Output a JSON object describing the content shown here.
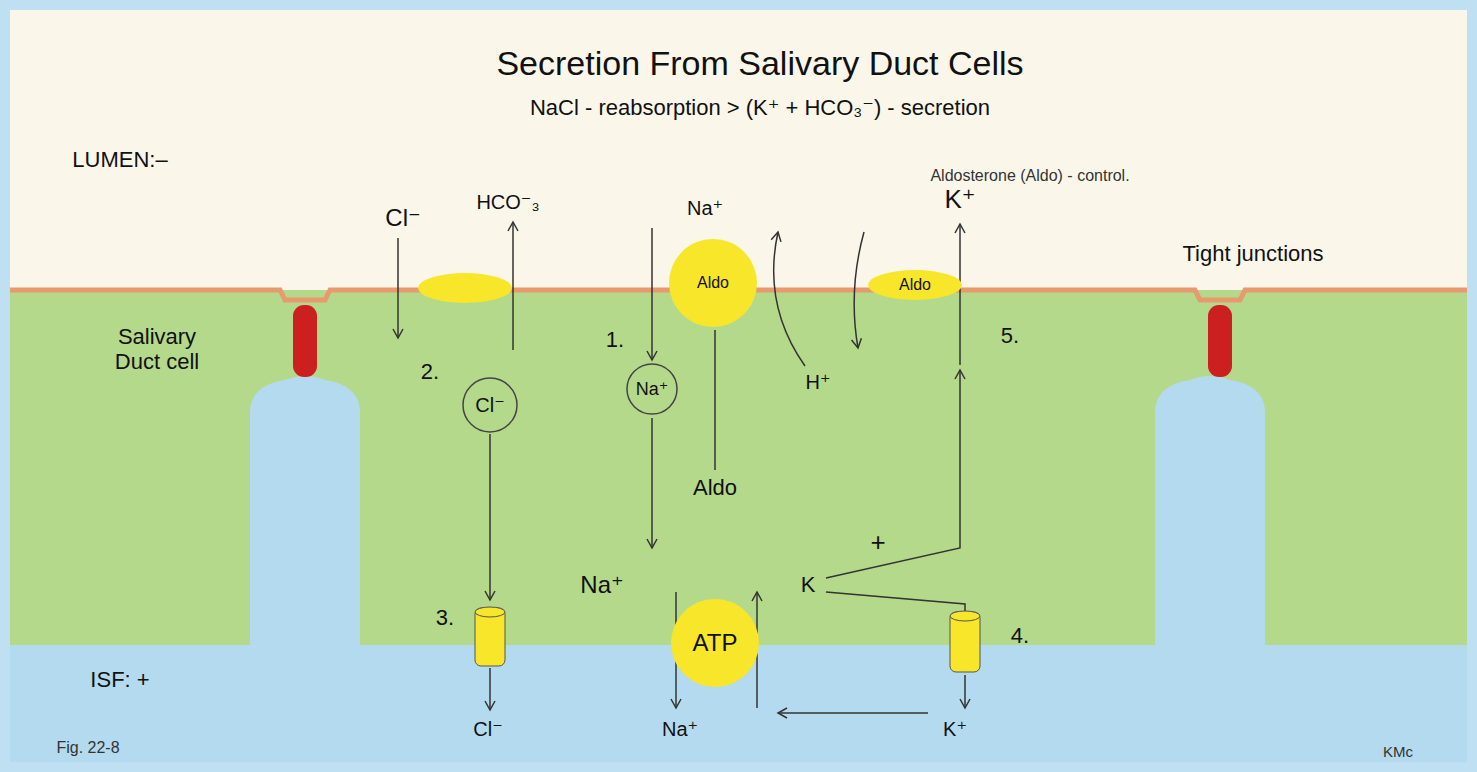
{
  "diagram": {
    "title": "Secretion From Salivary Duct Cells",
    "nodes": [
      {
        "text": [
          "Aldo"
        ]
      },
      {
        "text": [
          "Aldo"
        ]
      },
      {
        "text": [
          "Na⁺"
        ]
      },
      {
        "text": [
          "Cl⁻"
        ]
      },
      {
        "text": [
          "ATP"
        ]
      }
    ],
    "labels": [
      "NaCl - reabsorption > (K⁺ + HCO₃⁻) - secretion",
      "LUMEN:–",
      "Aldosterone (Aldo) - control.",
      "Cl⁻",
      "HCO⁻₃",
      "Na⁺",
      "K⁺",
      "Tight junctions",
      "Salivary Duct cell",
      "1.",
      "2.",
      "H⁺",
      "5.",
      "Aldo",
      "Na⁺",
      "K",
      "+",
      "3.",
      "4.",
      "ISF: +",
      "Cl⁻",
      "Na⁺",
      "K⁺",
      "Fig. 22-8",
      "KMc"
    ]
  }
}
